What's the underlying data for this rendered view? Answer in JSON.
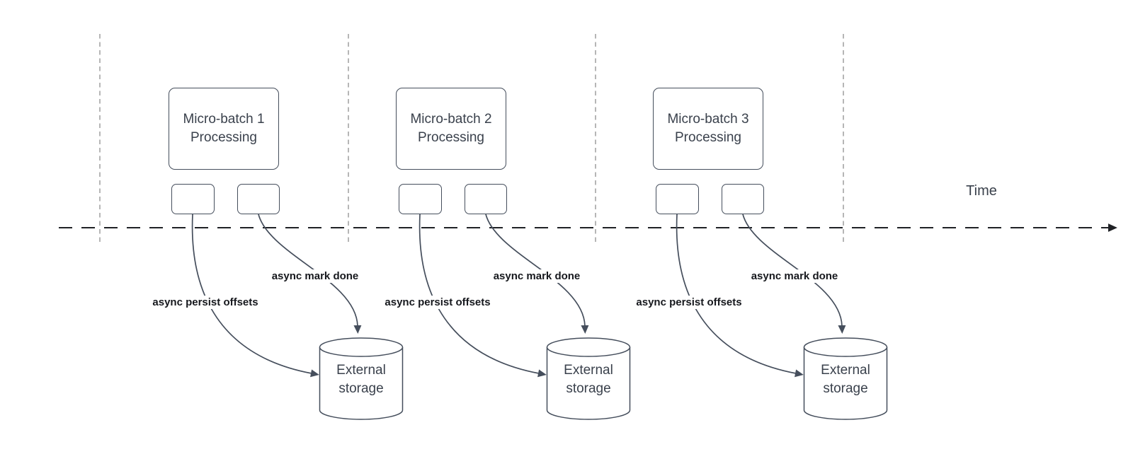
{
  "time_axis": {
    "label": "Time"
  },
  "groups": [
    {
      "title": "Micro-batch 1 Processing",
      "persist_label": "async persist offsets",
      "done_label": "async mark done",
      "storage_label": "External storage"
    },
    {
      "title": "Micro-batch 2 Processing",
      "persist_label": "async persist offsets",
      "done_label": "async mark done",
      "storage_label": "External storage"
    },
    {
      "title": "Micro-batch 3 Processing",
      "persist_label": "async persist offsets",
      "done_label": "async mark done",
      "storage_label": "External storage"
    }
  ],
  "colors": {
    "shape_stroke": "#454e5c",
    "shape_text": "#3a414c",
    "annotation_text": "#16181d",
    "guide_line": "#a9a9a9",
    "timeline": "#1f2125",
    "canvas_bg": "#ffffff"
  }
}
